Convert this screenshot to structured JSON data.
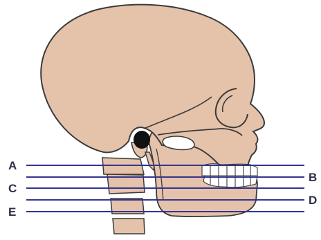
{
  "colors": {
    "bone": "#e5c2aa",
    "outline": "#3a3a3a",
    "line": "#34348f",
    "label": "#2a2f45",
    "socket": "#111111",
    "background": "#ffffff"
  },
  "lines": [
    {
      "label": "A",
      "side": "left"
    },
    {
      "label": "B",
      "side": "right"
    },
    {
      "label": "C",
      "side": "left"
    },
    {
      "label": "D",
      "side": "right"
    },
    {
      "label": "E",
      "side": "left"
    }
  ]
}
